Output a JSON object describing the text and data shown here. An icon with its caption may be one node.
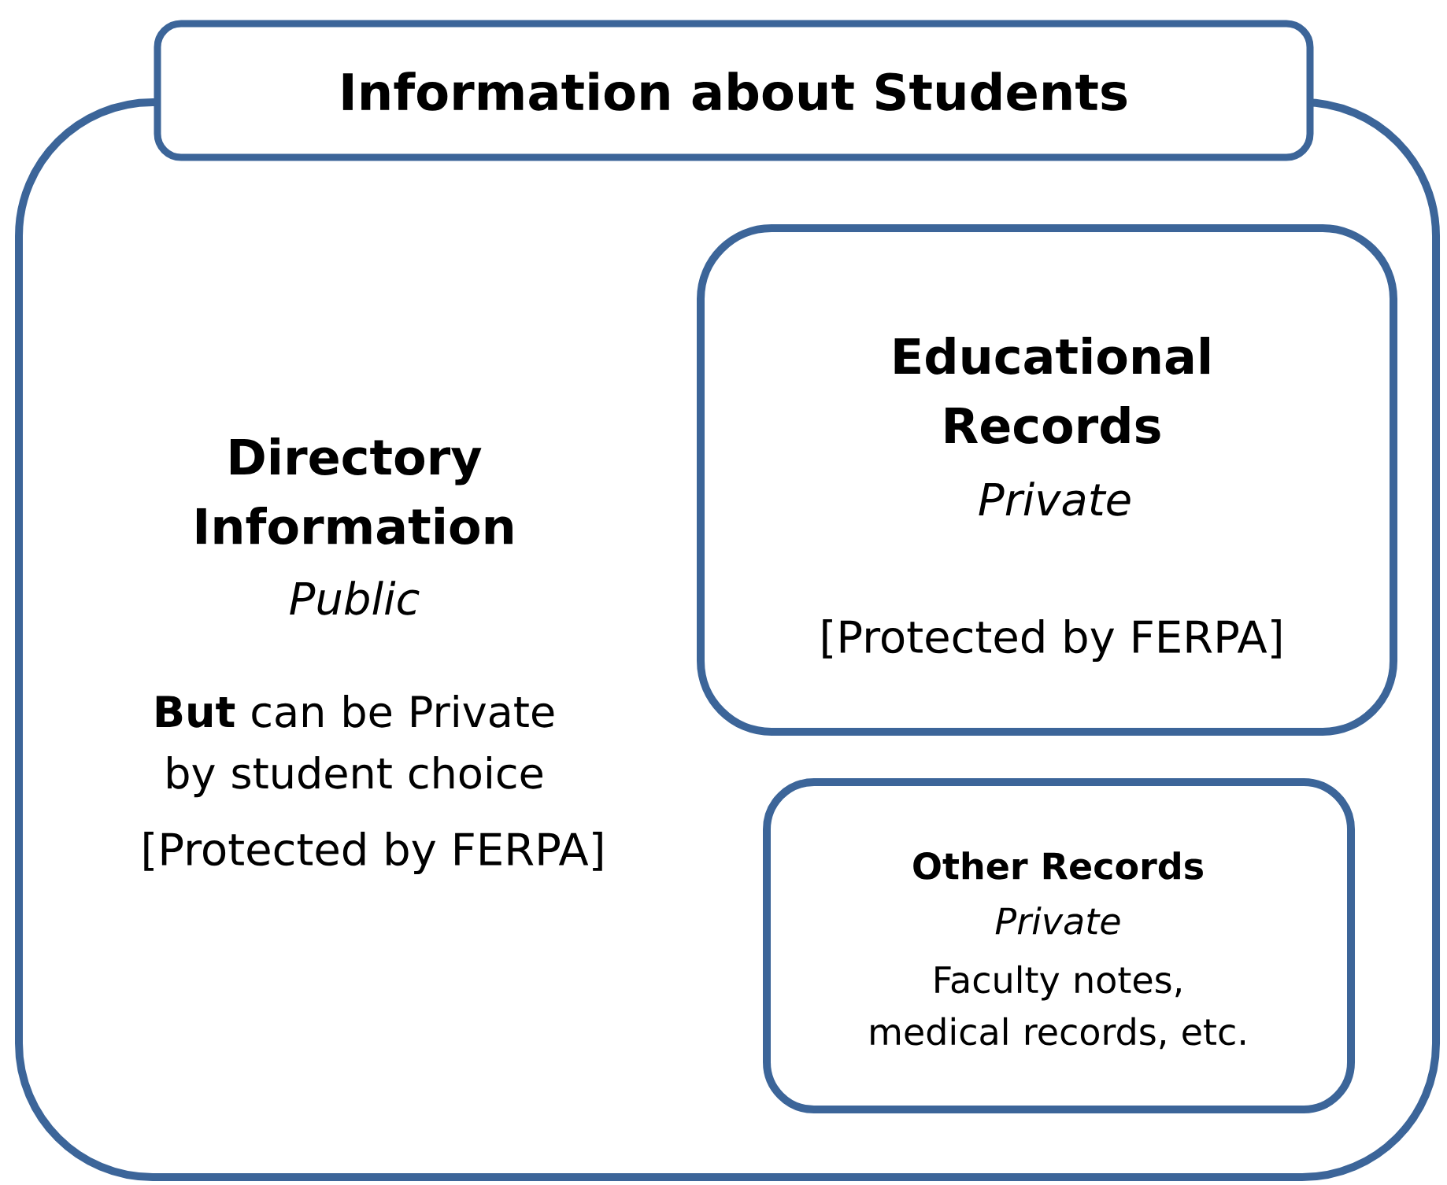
{
  "diagram": {
    "nodes": [
      {
        "text": [
          "Information about Students"
        ]
      },
      {
        "text": [
          "Directory Information",
          "Public",
          "**But** can be Private by student choice",
          "[Protected by FERPA]"
        ]
      },
      {
        "text": [
          "Educational Records",
          "Private",
          "[Protected by FERPA]"
        ],
        "in": 1
      },
      {
        "text": [
          "Other Records",
          "Private",
          "Faculty notes, medical records, etc."
        ],
        "in": 1
      }
    ]
  }
}
